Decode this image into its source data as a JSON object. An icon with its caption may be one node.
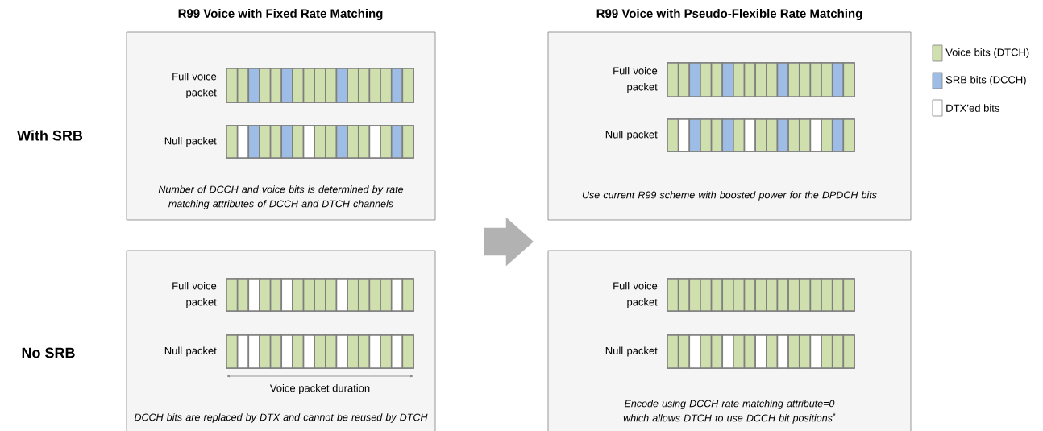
{
  "diagram": {
    "nodes": [
      {
        "text": [
          "Number of DCCH and voice bits is determined by rate matching attributes of DCCH and DTCH channels"
        ]
      },
      {
        "text": [],
        "shape": "bar",
        "beside": [
          "Full voice packet"
        ],
        "in": 0
      },
      {
        "text": [],
        "shape": "bar",
        "beside": [
          "Null packet"
        ],
        "in": 0
      },
      {
        "text": [
          "Use current R99 scheme with boosted power for the DPDCH bits"
        ]
      },
      {
        "text": [],
        "shape": "bar",
        "beside": [
          "Full voice packet"
        ],
        "in": 3
      },
      {
        "text": [],
        "shape": "bar",
        "beside": [
          "Null packet"
        ],
        "in": 3
      },
      {
        "text": [
          "DCCH bits are replaced by DTX and cannot be reused by DTCH"
        ]
      },
      {
        "text": [],
        "shape": "bar",
        "beside": [
          "Full voice packet"
        ],
        "in": 6
      },
      {
        "text": [],
        "shape": "bar",
        "beside": [
          "Null packet"
        ],
        "in": 6
      },
      {
        "text": [
          "Encode using DCCH rate matching attribute=0 which allows DTCH to use DCCH bit positions$^{*}$"
        ]
      },
      {
        "text": [],
        "shape": "bar",
        "beside": [
          "Full voice packet"
        ],
        "in": 9
      },
      {
        "text": [],
        "shape": "bar",
        "beside": [
          "Null packet"
        ],
        "in": 9
      }
    ],
    "edges": [],
    "labels": [
      "R99 Voice with Fixed Rate Matching",
      "R99 Voice with Pseudo-Flexible Rate Matching",
      "With SRB",
      "No SRB",
      "Voice packet duration"
    ],
    "legend": [
      {
        "text": "Voice bits (DTCH)",
        "color": "#d0dfae"
      },
      {
        "text": "SRB bits (DCCH)",
        "color": "#9dbde6"
      },
      {
        "text": "DTX’ed bits"
      }
    ]
  }
}
